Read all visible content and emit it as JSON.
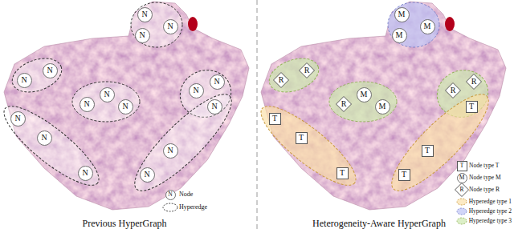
{
  "diagram": {
    "nodes": [
      {
        "text": [
          "N"
        ]
      },
      {
        "text": [
          "N"
        ]
      },
      {
        "text": [
          "N"
        ]
      },
      {
        "text": [
          "N"
        ]
      },
      {
        "text": [
          "N"
        ]
      },
      {
        "text": [
          "N"
        ]
      },
      {
        "text": [
          "N"
        ]
      },
      {
        "text": [
          "N"
        ]
      },
      {
        "text": [
          "N"
        ]
      },
      {
        "text": [
          "N"
        ]
      },
      {
        "text": [
          "N"
        ]
      },
      {
        "text": [
          "N"
        ]
      },
      {
        "text": [
          "N"
        ]
      },
      {
        "text": [
          "N"
        ]
      },
      {
        "text": [
          "N"
        ]
      },
      {
        "text": [
          "N"
        ]
      },
      {
        "text": [
          "M"
        ]
      },
      {
        "text": [
          "M"
        ]
      },
      {
        "text": [
          "M"
        ]
      },
      {
        "text": [
          "R"
        ]
      },
      {
        "text": [
          "R"
        ]
      },
      {
        "text": [
          "T"
        ]
      },
      {
        "text": [
          "T"
        ]
      },
      {
        "text": [
          "T"
        ]
      },
      {
        "text": [
          "R"
        ]
      },
      {
        "text": [
          "M"
        ]
      },
      {
        "text": [
          "M"
        ]
      },
      {
        "text": [
          "R"
        ]
      },
      {
        "text": [
          "R"
        ]
      },
      {
        "text": [
          "T"
        ]
      },
      {
        "text": [
          "T"
        ]
      },
      {
        "text": [
          "T"
        ]
      }
    ],
    "labels": [
      "Previous HyperGraph",
      "Heterogeneity-Aware HyperGraph",
      "N",
      "T",
      "M",
      "R"
    ],
    "legend": [
      {
        "text": "Node"
      },
      {
        "text": "Hyperedge"
      },
      {
        "text": "Node type T"
      },
      {
        "text": "Node type M"
      },
      {
        "text": "Node type R"
      },
      {
        "text": "Hyperedge type 1"
      },
      {
        "text": "Hyperedge type 2"
      },
      {
        "text": "Hyperedge type 3"
      }
    ]
  }
}
